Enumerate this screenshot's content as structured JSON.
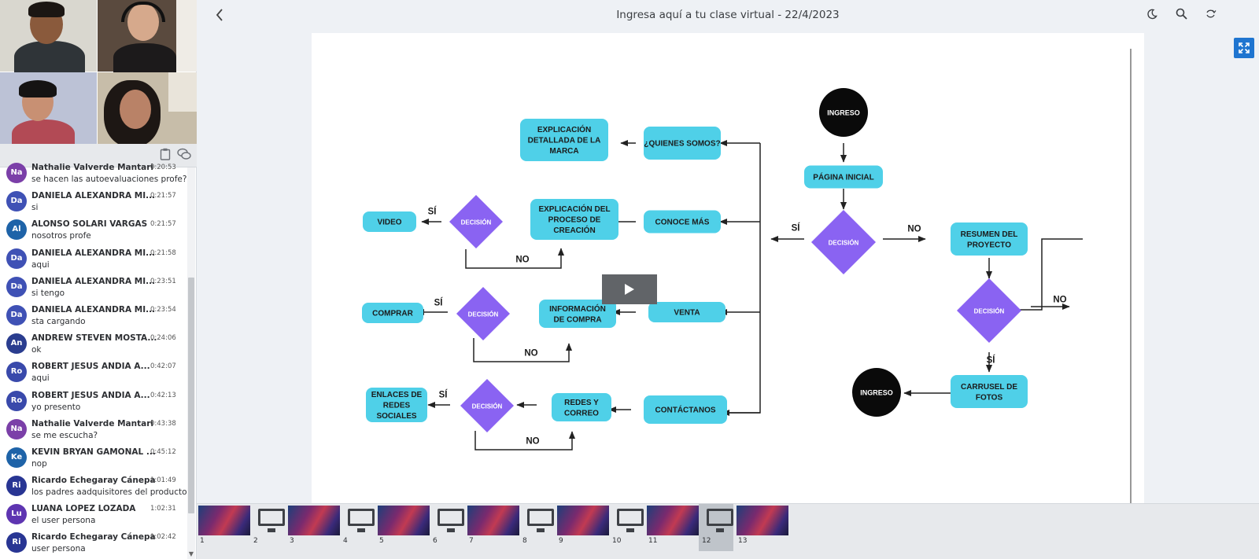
{
  "header": {
    "title": "Ingresa aquí a tu clase virtual - 22/4/2023"
  },
  "chat": {
    "messages": [
      {
        "initials": "Na",
        "color": "#7b3fa8",
        "name": "Nathalie Valverde Mantari",
        "time": "0:20:53",
        "text": "se hacen las autoevaluaciones profe?"
      },
      {
        "initials": "Da",
        "color": "#3f51b5",
        "name": "DANIELA ALEXANDRA MI...",
        "time": "0:21:57",
        "text": "si"
      },
      {
        "initials": "Al",
        "color": "#1e63a8",
        "name": "ALONSO SOLARI VARGAS",
        "time": "0:21:57",
        "text": "nosotros profe"
      },
      {
        "initials": "Da",
        "color": "#3f51b5",
        "name": "DANIELA ALEXANDRA MI...",
        "time": "0:21:58",
        "text": "aqui"
      },
      {
        "initials": "Da",
        "color": "#3f51b5",
        "name": "DANIELA ALEXANDRA MI...",
        "time": "0:23:51",
        "text": "si tengo"
      },
      {
        "initials": "Da",
        "color": "#3f51b5",
        "name": "DANIELA ALEXANDRA MI...",
        "time": "0:23:54",
        "text": "sta cargando"
      },
      {
        "initials": "An",
        "color": "#2a3d8f",
        "name": "ANDREW STEVEN MOSTA...",
        "time": "0:24:06",
        "text": "ok"
      },
      {
        "initials": "Ro",
        "color": "#3949ab",
        "name": "ROBERT JESUS ANDIA A...",
        "time": "0:42:07",
        "text": "aqui"
      },
      {
        "initials": "Ro",
        "color": "#3949ab",
        "name": "ROBERT JESUS ANDIA A...",
        "time": "0:42:13",
        "text": "yo presento"
      },
      {
        "initials": "Na",
        "color": "#7b3fa8",
        "name": "Nathalie Valverde Mantari",
        "time": "0:43:38",
        "text": "se me escucha?"
      },
      {
        "initials": "Ke",
        "color": "#1e63a8",
        "name": "KEVIN BRYAN GAMONAL ...",
        "time": "0:45:12",
        "text": "nop"
      },
      {
        "initials": "Ri",
        "color": "#283593",
        "name": "Ricardo Echegaray Cánepa",
        "time": "1:01:49",
        "text": "los padres aadquisitores del producto"
      },
      {
        "initials": "Lu",
        "color": "#5e35b1",
        "name": "LUANA LOPEZ LOZADA",
        "time": "1:02:31",
        "text": "el user persona"
      },
      {
        "initials": "Ri",
        "color": "#283593",
        "name": "Ricardo Echegaray Cánepa",
        "time": "1:02:42",
        "text": "user persona"
      }
    ]
  },
  "flowchart": {
    "ingreso_top": "INGRESO",
    "pagina_inicial": "PÁGINA INICIAL",
    "decision_main": "DECISIÓN",
    "si_main": "SÍ",
    "no_main": "NO",
    "quienes": "¿QUIENES SOMOS?",
    "explicacion_marca": [
      "EXPLICACIÓN",
      "DETALLADA DE LA",
      "MARCA"
    ],
    "conoce": "CONOCE MÁS",
    "explicacion_proceso": [
      "EXPLICACIÓN DEL",
      "PROCESO DE",
      "CREACIÓN"
    ],
    "decision_1": "DECISIÓN",
    "si_1": "SÍ",
    "no_1": "NO",
    "video": "VIDEO",
    "venta": "VENTA",
    "info_compra": [
      "INFORMACIÓN",
      "DE COMPRA"
    ],
    "decision_2": "DECISIÓN",
    "si_2": "SÍ",
    "no_2": "NO",
    "comprar": "COMPRAR",
    "contactanos": "CONTÁCTANOS",
    "redes_correo": [
      "REDES Y",
      "CORREO"
    ],
    "decision_3": "DECISIÓN",
    "si_3": "SÍ",
    "no_3": "NO",
    "enlaces": [
      "ENLACES DE",
      "REDES",
      "SOCIALES"
    ],
    "resumen": [
      "RESUMEN DEL",
      "PROYECTO"
    ],
    "decision_right": "DECISIÓN",
    "no_right": "NO",
    "si_right": "SÍ",
    "carrusel": [
      "CARRUSEL DE",
      "FOTOS"
    ],
    "ingreso_bottom": "INGRESO",
    "colors": {
      "box": "#4fd0e8",
      "diamond": "#8a63f2",
      "circle": "#0a0a0a",
      "line": "#222222"
    }
  },
  "thumbnails": {
    "items": [
      {
        "num": "1",
        "kind": "image"
      },
      {
        "num": "2",
        "kind": "monitor"
      },
      {
        "num": "3",
        "kind": "image"
      },
      {
        "num": "4",
        "kind": "monitor"
      },
      {
        "num": "5",
        "kind": "image"
      },
      {
        "num": "6",
        "kind": "monitor"
      },
      {
        "num": "7",
        "kind": "image"
      },
      {
        "num": "8",
        "kind": "monitor"
      },
      {
        "num": "9",
        "kind": "image"
      },
      {
        "num": "10",
        "kind": "monitor"
      },
      {
        "num": "11",
        "kind": "image"
      },
      {
        "num": "12",
        "kind": "monitor"
      },
      {
        "num": "13",
        "kind": "image"
      }
    ],
    "selected": "12"
  },
  "icons": {
    "back": "chevron-left-icon",
    "dark_mode": "moon-icon",
    "search": "search-icon",
    "rotate": "rotate-icon",
    "fullscreen": "expand-icon",
    "copy": "clipboard-icon",
    "chat": "chat-bubbles-icon",
    "play": "play-icon"
  }
}
